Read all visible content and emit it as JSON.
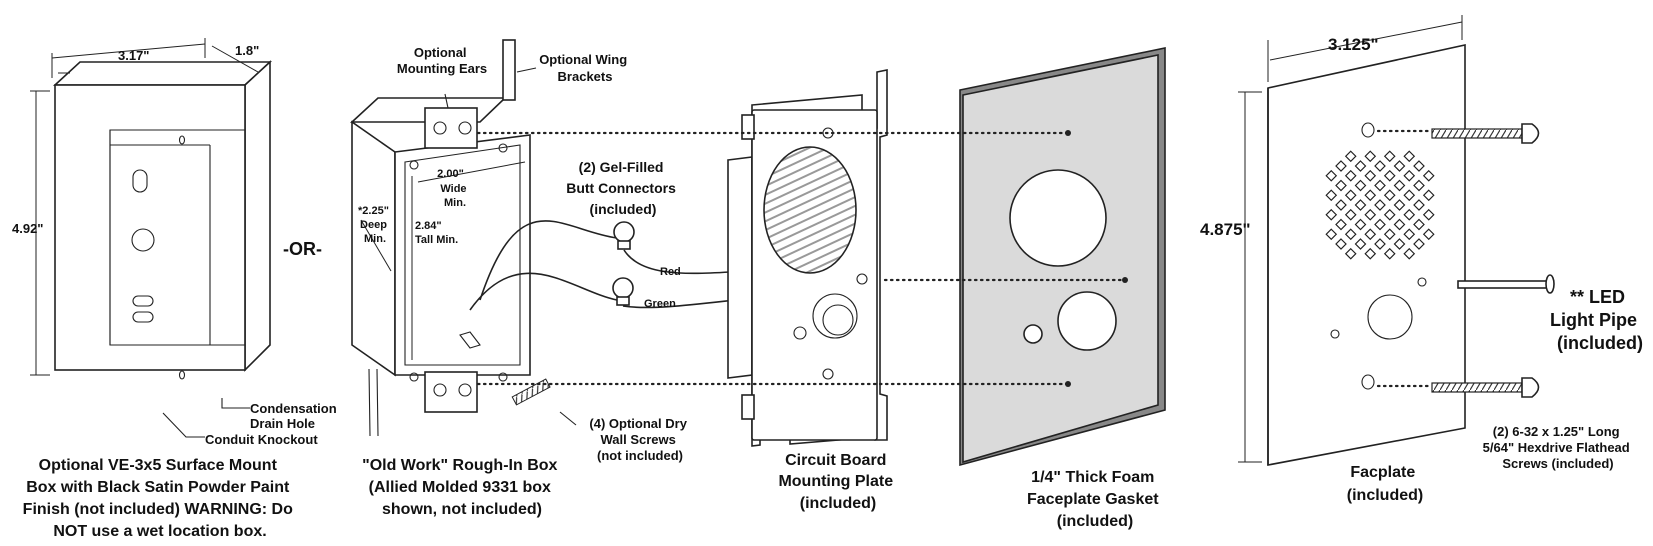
{
  "surface_box": {
    "dim_width": "3.17\"",
    "dim_depth": "1.8\"",
    "dim_height": "4.92\"",
    "callout_drain": [
      "Condensation",
      "Drain Hole"
    ],
    "callout_conduit": "Conduit Knockout",
    "caption": [
      "Optional VE-3x5 Surface Mount",
      "Box with Black Satin Powder Paint",
      "Finish (not included) WARNING: Do",
      "NOT use a wet location box."
    ]
  },
  "or_label": "-OR-",
  "rough_in_box": {
    "ears": [
      "Optional",
      "Mounting Ears"
    ],
    "wing": [
      "Optional Wing",
      "Brackets"
    ],
    "wide": [
      "2.00\"",
      "Wide",
      "Min."
    ],
    "deep": [
      "*2.25\"",
      "Deep",
      "Min."
    ],
    "tall": [
      "2.84\"",
      "Tall Min."
    ],
    "screws": [
      "(4) Optional Dry",
      "Wall Screws",
      "(not included)"
    ],
    "caption": [
      "\"Old Work\" Rough-In Box",
      "(Allied Molded 9331 box",
      "shown, not included)"
    ]
  },
  "connectors": {
    "title": [
      "(2) Gel-Filled",
      "Butt Connectors",
      "(included)"
    ],
    "wire_red": "Red",
    "wire_green": "Green"
  },
  "circuit_plate": {
    "caption": [
      "Circuit Board",
      "Mounting Plate",
      "(included)"
    ]
  },
  "gasket": {
    "caption": [
      "1/4\" Thick Foam",
      "Faceplate Gasket",
      "(included)"
    ]
  },
  "faceplate": {
    "dim_width": "3.125\"",
    "dim_height": "4.875\"",
    "caption": [
      "Facplate",
      "(included)"
    ],
    "led": [
      "** LED",
      "Light Pipe",
      "(included)"
    ],
    "screws": [
      "(2) 6-32 x 1.25\" Long",
      "5/64\" Hexdrive Flathead",
      "Screws (included)"
    ]
  }
}
